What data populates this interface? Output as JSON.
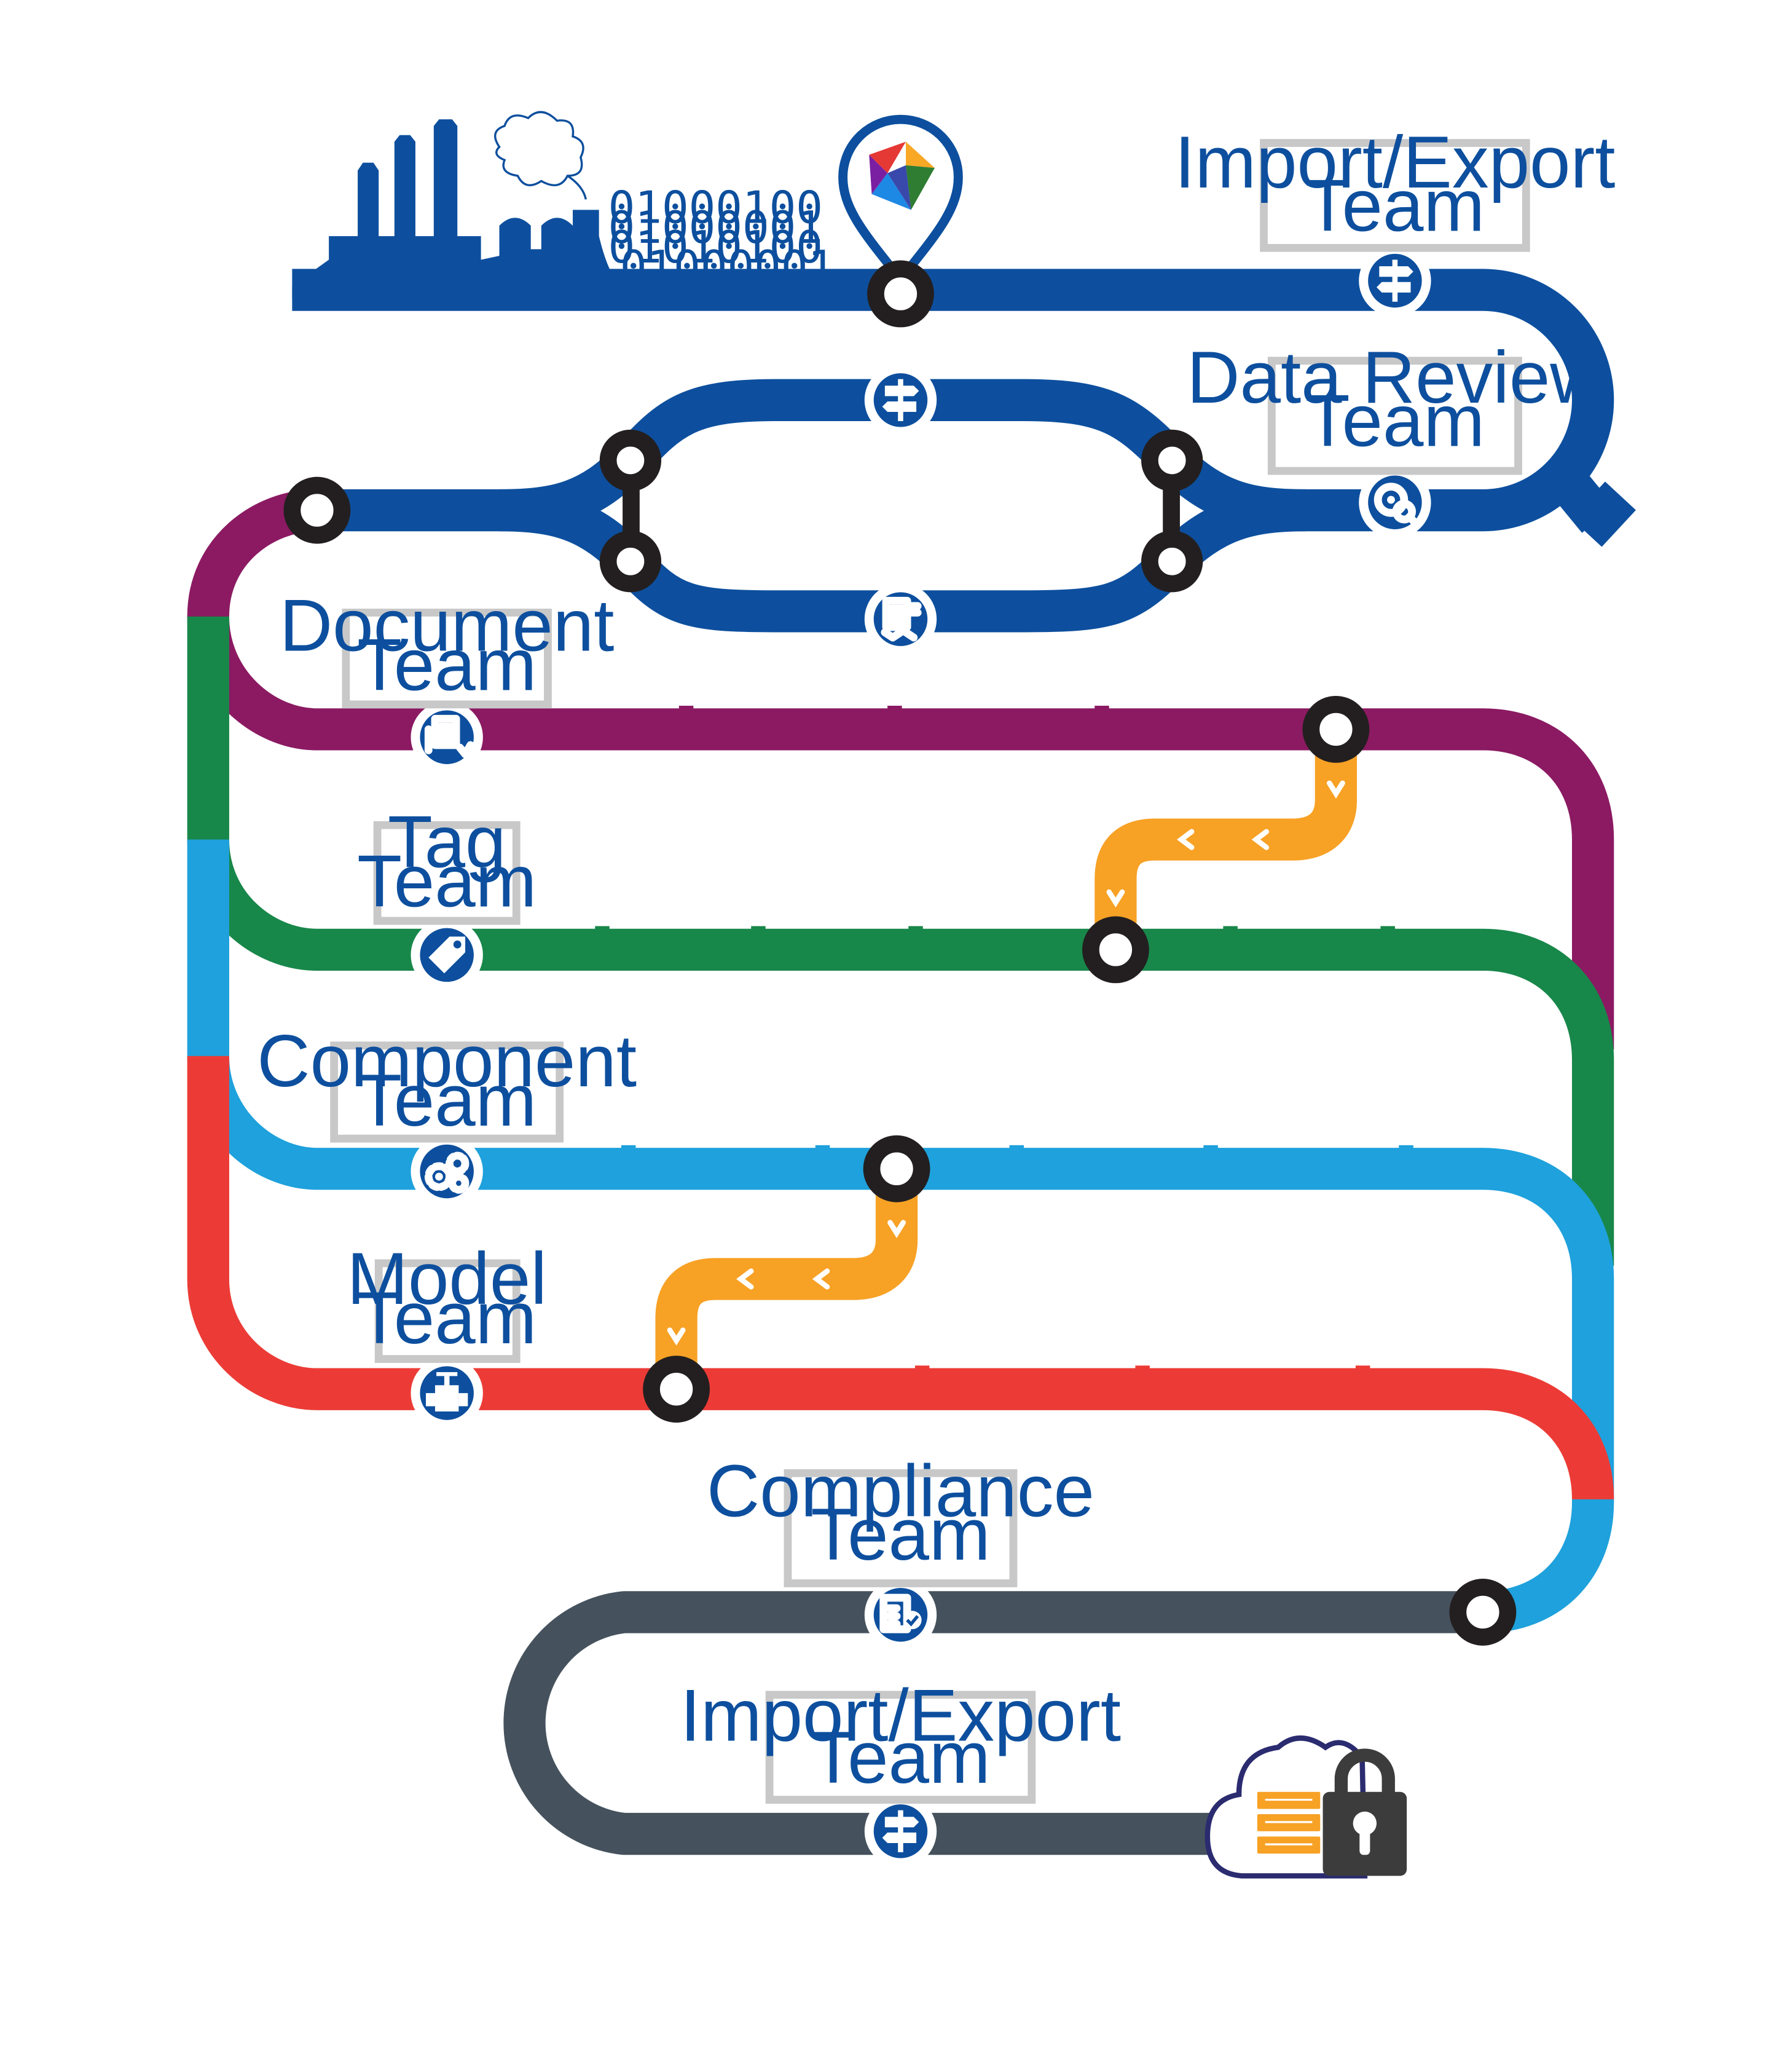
{
  "colors": {
    "blue": "#0d4f9e",
    "purple": "#8b1a62",
    "green": "#18874a",
    "sky": "#1ea1dc",
    "red": "#ec3b36",
    "slate": "#45525d",
    "orange": "#f7a125",
    "station_stroke": "#231f20",
    "label_border": "#c8c8c8"
  },
  "binary_lines": [
    "01000100",
    "01000001",
    "01010100",
    "01000001"
  ],
  "teams": {
    "import_export_top": {
      "line1": "Import/Export",
      "line2": "Team",
      "icon": "signpost-icon"
    },
    "data_review": {
      "line1": "Data Review",
      "line2": "Team",
      "icon": "data-review-icon"
    },
    "document": {
      "line1": "Document",
      "line2": "Team",
      "icon": "document-icon"
    },
    "tag": {
      "line1": "Tag",
      "line2": "Team",
      "icon": "tag-icon"
    },
    "component": {
      "line1": "Component",
      "line2": "Team",
      "icon": "gears-icon"
    },
    "model": {
      "line1": "Model",
      "line2": "Team",
      "icon": "valve-icon"
    },
    "compliance": {
      "line1": "Compliance",
      "line2": "Team",
      "icon": "clipboard-check-icon"
    },
    "import_export_bottom": {
      "line1": "Import/Export",
      "line2": "Team",
      "icon": "signpost-icon"
    }
  },
  "icons": {
    "origin": "factory-icon",
    "location": "location-pin-logo-icon",
    "loop_top": "signpost-icon",
    "loop_bottom": "document-review-icon",
    "destination_cloud": "cloud-server-icon",
    "destination_lock": "padlock-icon"
  }
}
